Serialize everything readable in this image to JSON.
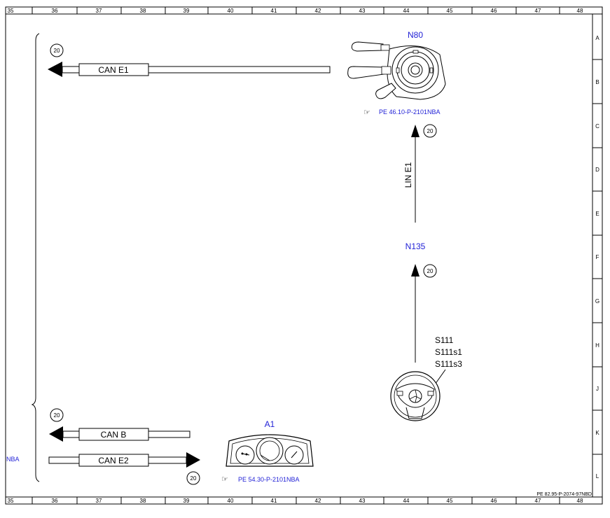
{
  "grid": {
    "columns": [
      "35",
      "36",
      "37",
      "38",
      "39",
      "40",
      "41",
      "42",
      "43",
      "44",
      "45",
      "46",
      "47",
      "48"
    ],
    "rows": [
      "A",
      "B",
      "C",
      "D",
      "E",
      "F",
      "G",
      "H",
      "J",
      "K",
      "L"
    ]
  },
  "components": {
    "n80": {
      "label": "N80",
      "reference": "PE 46.10-P-2101NBA",
      "icon": "steering-column-switch-icon"
    },
    "n135": {
      "label": "N135"
    },
    "s111": {
      "labels": [
        "S111",
        "S111s1",
        "S111s3"
      ],
      "icon": "steering-wheel-icon"
    },
    "a1": {
      "label": "A1",
      "reference": "PE 54.30-P-2101NBA",
      "icon": "instrument-cluster-icon"
    }
  },
  "connections": {
    "can_e1": "CAN E1",
    "lin_e1": "LIN E1",
    "can_b": "CAN B",
    "can_e2": "CAN E2"
  },
  "markers": {
    "ref20": "20"
  },
  "footer": {
    "doc_id": "PE 82.95-P-2074-97NBD",
    "left_truncated": "NBA"
  },
  "colors": {
    "component_label": "#1f1fd6",
    "line": "#000000"
  }
}
